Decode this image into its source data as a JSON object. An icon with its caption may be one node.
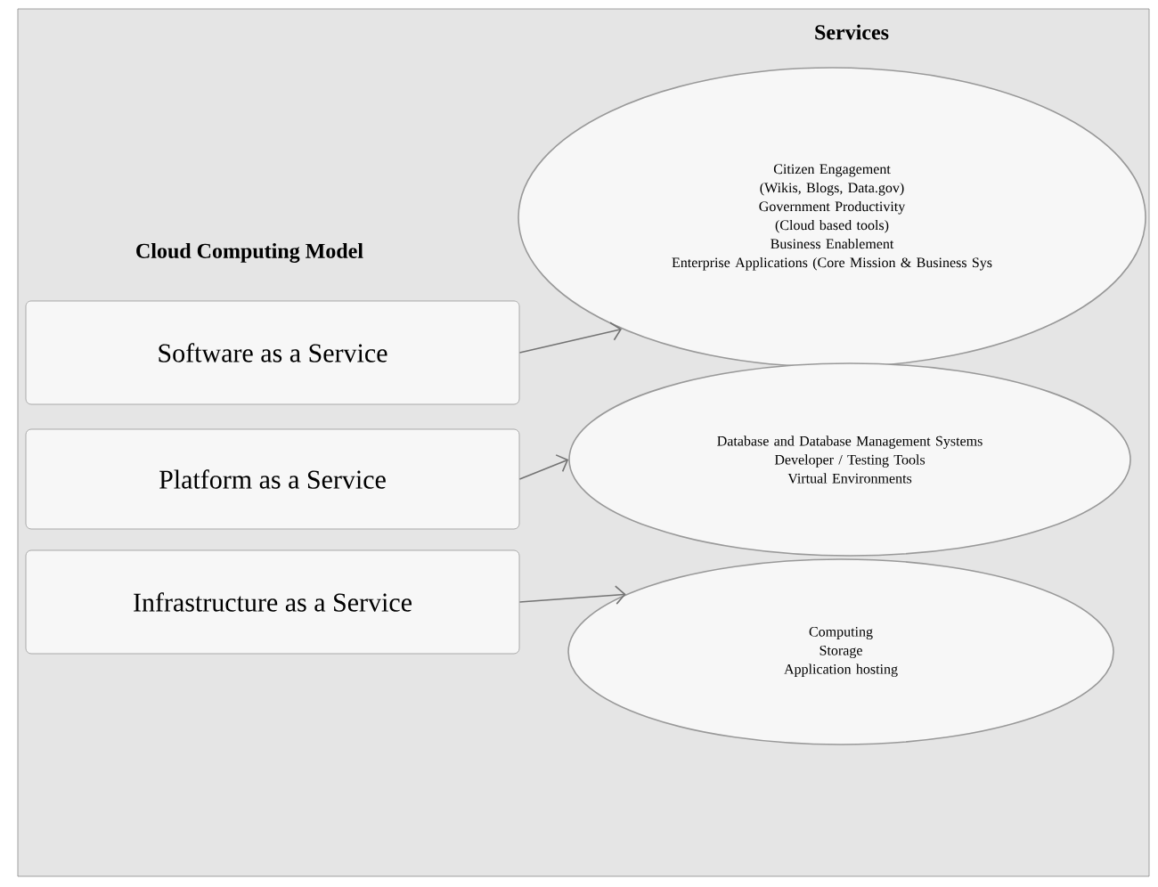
{
  "diagram": {
    "title": "Cloud Computing Model",
    "nodes": [
      {
        "text": [
          "Software as a Service"
        ]
      },
      {
        "text": [
          "Platform as a Service"
        ]
      },
      {
        "text": [
          "Infrastructure as a Service"
        ]
      },
      {
        "text": [
          "Citizen Engagement",
          "(Wikis, Blogs, Data.gov)",
          "Government Productivity",
          "(Cloud based tools)",
          "Business Enablement",
          "Enterprise Applications (Core Mission & Business Sys"
        ]
      },
      {
        "text": [
          "Database and Database Management Systems",
          "Developer / Testing Tools",
          "Virtual Environments"
        ]
      },
      {
        "text": [
          "Computing",
          "Storage",
          "Application hosting"
        ]
      }
    ],
    "edges": [
      {
        "from": 0,
        "to": 3,
        "arrow": "to"
      },
      {
        "from": 1,
        "to": 4,
        "arrow": "to"
      },
      {
        "from": 2,
        "to": 5,
        "arrow": "to"
      }
    ],
    "labels": [
      "Services"
    ]
  }
}
